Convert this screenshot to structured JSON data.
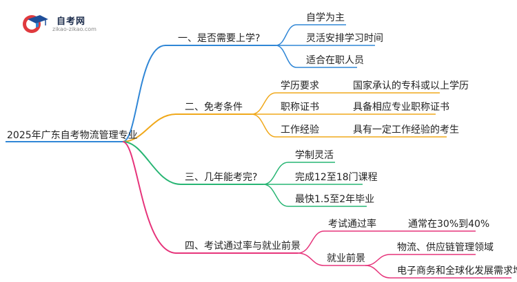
{
  "logo": {
    "name": "自考网",
    "url": "zikao-zikao.com"
  },
  "root": "2025年广东自考物流管理专业",
  "branches": {
    "b1": {
      "label": "一、是否需要上学?",
      "leaves": [
        "自学为主",
        "灵活安排学习时间",
        "适合在职人员"
      ]
    },
    "b2": {
      "label": "二、免考条件",
      "items": [
        {
          "name": "学历要求",
          "detail": "国家承认的专科或以上学历"
        },
        {
          "name": "职称证书",
          "detail": "具备相应专业职称证书"
        },
        {
          "name": "工作经验",
          "detail": "具有一定工作经验的考生"
        }
      ]
    },
    "b3": {
      "label": "三、几年能考完?",
      "leaves": [
        "学制灵活",
        "完成12至18门课程",
        "最快1.5至2年毕业"
      ]
    },
    "b4": {
      "label": "四、考试通过率与就业前景",
      "items": [
        {
          "name": "考试通过率",
          "details": [
            "通常在30%到40%"
          ]
        },
        {
          "name": "就业前景",
          "details": [
            "物流、供应链管理领域",
            "电子商务和全球化发展需求增加"
          ]
        }
      ]
    }
  },
  "colors": {
    "blue": "#2f86d6",
    "orange": "#f0a81a",
    "green": "#27b573",
    "pink": "#e6337a",
    "logo_red": "#e03a3e"
  }
}
